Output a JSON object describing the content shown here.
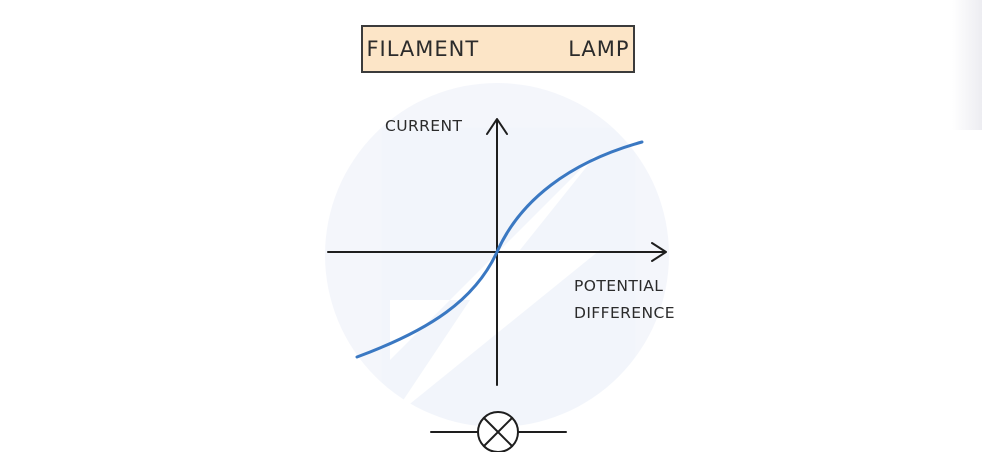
{
  "title": "FILAMENT   LAMP",
  "axes": {
    "y_label": "CURRENT",
    "x_label_line1": "POTENTIAL",
    "x_label_line2": "DIFFERENCE"
  },
  "curve": {
    "shape": "s-curve through origin, gradient decreasing as potential difference increases",
    "color": "#3a78c2"
  },
  "colors": {
    "title_fill": "#fce5c7",
    "ink": "#2b2b2b",
    "curve": "#3a78c2"
  },
  "icons": [
    "filament-lamp-symbol-icon",
    "watermark-logo-icon"
  ]
}
